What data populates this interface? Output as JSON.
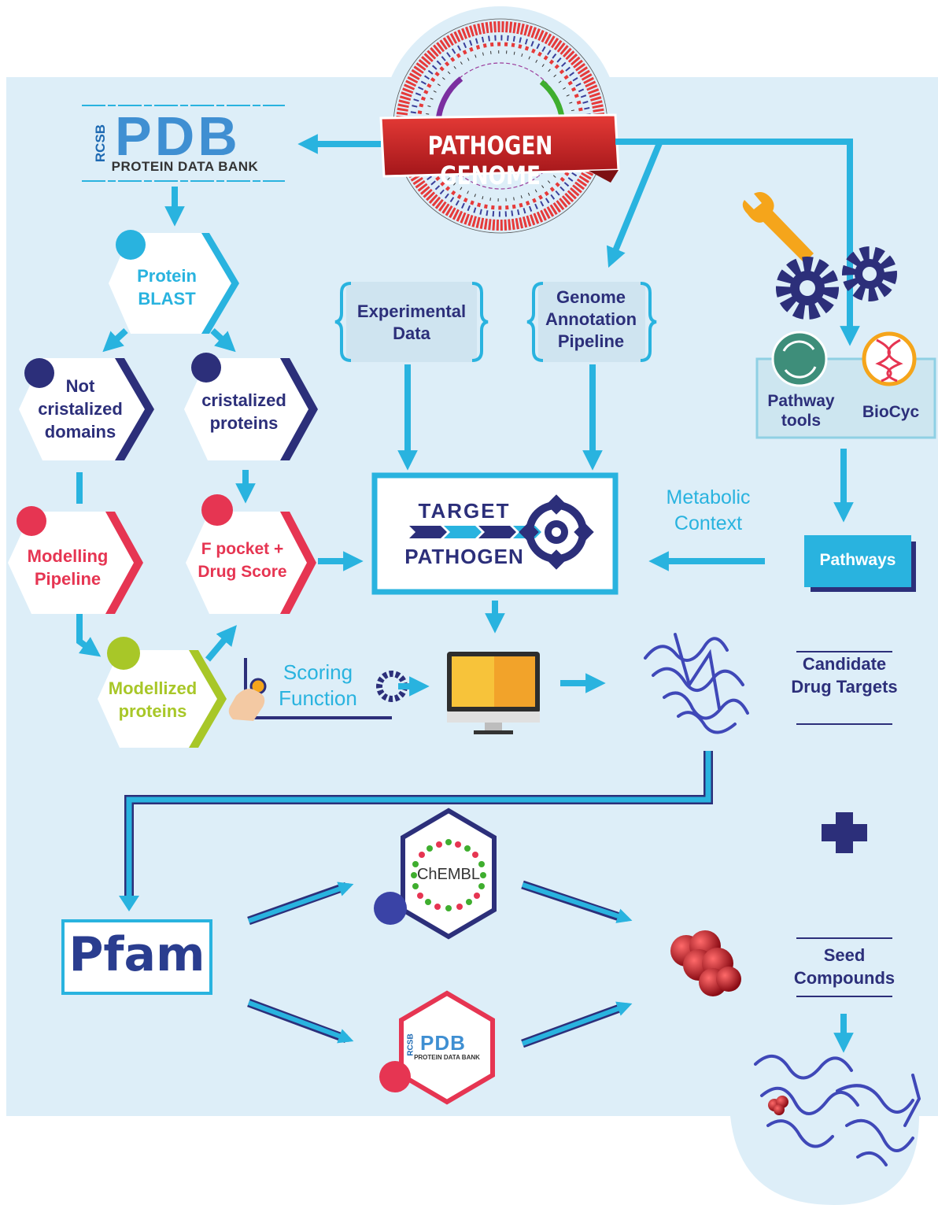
{
  "genome": {
    "label": "PATHOGEN GENOME"
  },
  "pdb_top": {
    "brand_small": "RCSB",
    "brand": "PDB",
    "subtitle": "PROTEIN DATA BANK"
  },
  "hexagons": {
    "protein_blast": "Protein BLAST",
    "not_crystallized": "Not cristalized domains",
    "crystallized": "cristalized proteins",
    "modelling": "Modelling Pipeline",
    "fpocket": "F pocket + Drug Score",
    "modellized": "Modellized proteins"
  },
  "experimental": "Experimental Data",
  "genome_annotation": "Genome Annotation Pipeline",
  "pathway_tools": "Pathway tools",
  "biocyc": "BioCyc",
  "pathways": "Pathways",
  "metabolic": "Metabolic Context",
  "target": {
    "line1": "TARGET",
    "line2": "PATHOGEN"
  },
  "scoring": "Scoring Function",
  "candidate": "Candidate Drug Targets",
  "pfam": "Pfam",
  "chembl": "ChEMBL",
  "pdb_small": {
    "brand_small": "RCSB",
    "brand": "PDB",
    "subtitle": "PROTEIN DATA BANK"
  },
  "seed": "Seed Compounds",
  "colors": {
    "background": "#ddeef8",
    "arrow": "#29b3df",
    "navy": "#2c2f7a",
    "cyan": "#29b3df",
    "red": "#e63552",
    "lime": "#a8c728"
  }
}
